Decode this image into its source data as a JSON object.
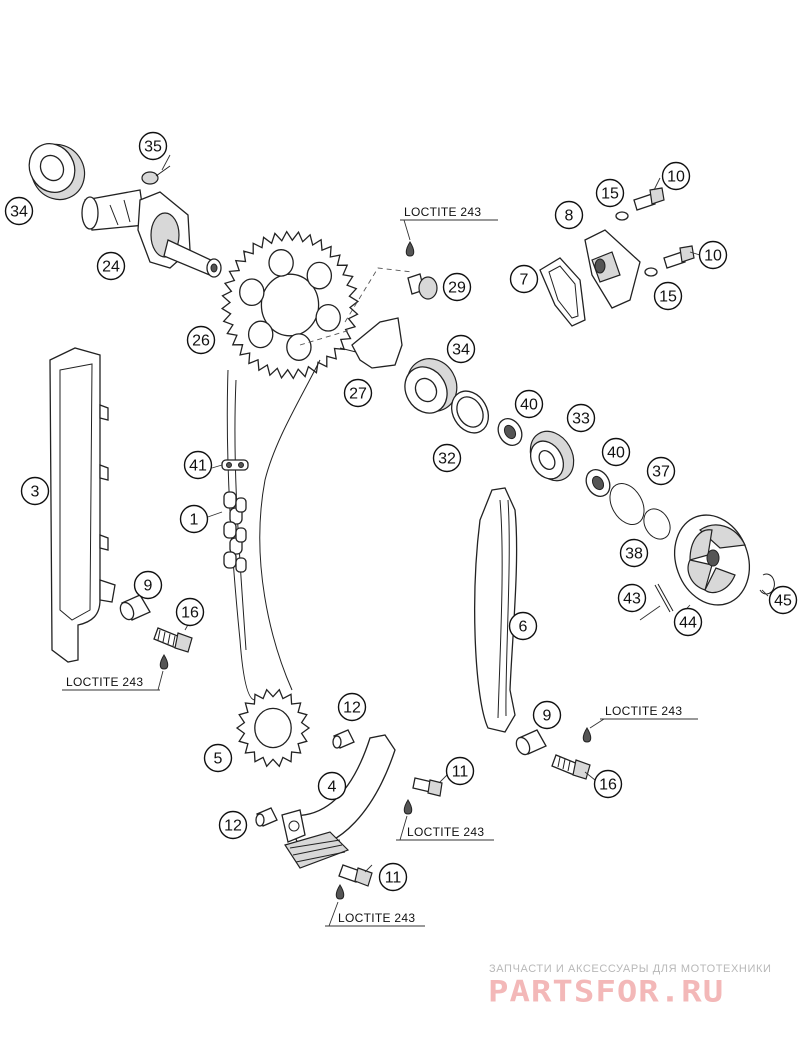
{
  "callouts": [
    {
      "id": "c35",
      "text": "35"
    },
    {
      "id": "c34a",
      "text": "34"
    },
    {
      "id": "c24",
      "text": "24"
    },
    {
      "id": "c26",
      "text": "26"
    },
    {
      "id": "c10a",
      "text": "10"
    },
    {
      "id": "c15a",
      "text": "15"
    },
    {
      "id": "c8",
      "text": "8"
    },
    {
      "id": "c7",
      "text": "7"
    },
    {
      "id": "c10b",
      "text": "10"
    },
    {
      "id": "c15b",
      "text": "15"
    },
    {
      "id": "c29",
      "text": "29"
    },
    {
      "id": "c34b",
      "text": "34"
    },
    {
      "id": "c27",
      "text": "27"
    },
    {
      "id": "c40a",
      "text": "40"
    },
    {
      "id": "c33",
      "text": "33"
    },
    {
      "id": "c32",
      "text": "32"
    },
    {
      "id": "c40b",
      "text": "40"
    },
    {
      "id": "c37",
      "text": "37"
    },
    {
      "id": "c38",
      "text": "38"
    },
    {
      "id": "c43",
      "text": "43"
    },
    {
      "id": "c44",
      "text": "44"
    },
    {
      "id": "c45",
      "text": "45"
    },
    {
      "id": "c3",
      "text": "3"
    },
    {
      "id": "c41",
      "text": "41"
    },
    {
      "id": "c1",
      "text": "1"
    },
    {
      "id": "c9a",
      "text": "9"
    },
    {
      "id": "c16a",
      "text": "16"
    },
    {
      "id": "c6",
      "text": "6"
    },
    {
      "id": "c12a",
      "text": "12"
    },
    {
      "id": "c5",
      "text": "5"
    },
    {
      "id": "c4",
      "text": "4"
    },
    {
      "id": "c11a",
      "text": "11"
    },
    {
      "id": "c9b",
      "text": "9"
    },
    {
      "id": "c16b",
      "text": "16"
    },
    {
      "id": "c12b",
      "text": "12"
    },
    {
      "id": "c11b",
      "text": "11"
    }
  ],
  "loctite": [
    {
      "id": "l1",
      "text": "LOCTITE 243"
    },
    {
      "id": "l2",
      "text": "LOCTITE 243"
    },
    {
      "id": "l3",
      "text": "LOCTITE 243"
    },
    {
      "id": "l4",
      "text": "LOCTITE 243"
    },
    {
      "id": "l5",
      "text": "LOCTITE 243"
    }
  ],
  "watermark": {
    "tagline": "ЗАПЧАСТИ И АКСЕССУАРЫ ДЛЯ МОТОТЕХНИКИ",
    "brand": "PARTSFOR.RU",
    "brand_color": "#f3b8b8"
  }
}
